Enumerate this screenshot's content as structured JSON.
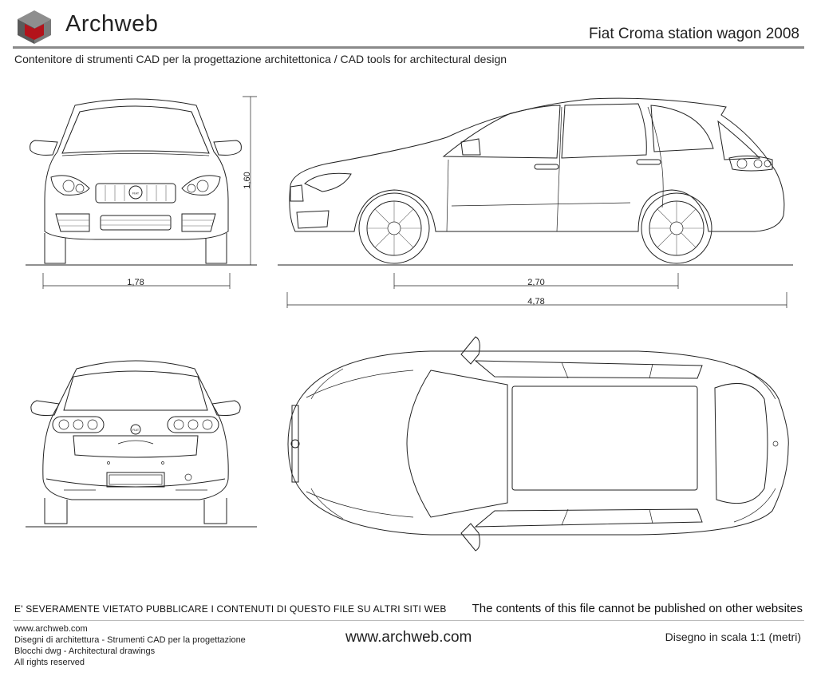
{
  "brand": {
    "name": "Archweb",
    "logo_colors": {
      "top": "#8e8e8e",
      "left": "#5a5a5a",
      "accent": "#b3131b"
    }
  },
  "header": {
    "title": "Fiat Croma station wagon 2008",
    "subtitle": "Contenitore di strumenti CAD per la progettazione architettonica  /  CAD tools for architectural design"
  },
  "dimensions": {
    "width": "1,78",
    "height": "1,60",
    "wheelbase": "2,70",
    "length": "4,78"
  },
  "badges": {
    "grille": "FIAT",
    "rear": "FIAT"
  },
  "notice": {
    "it": "E' SEVERAMENTE VIETATO PUBBLICARE I CONTENUTI DI QUESTO FILE SU ALTRI SITI WEB",
    "en": "The contents of this file cannot be published on other websites"
  },
  "footer": {
    "lines": [
      "www.archweb.com",
      "Disegni di architettura - Strumenti CAD  per la progettazione",
      "Blocchi dwg - Architectural drawings",
      "All rights reserved"
    ],
    "url": "www.archweb.com",
    "scale": "Disegno in scala 1:1 (metri)"
  }
}
